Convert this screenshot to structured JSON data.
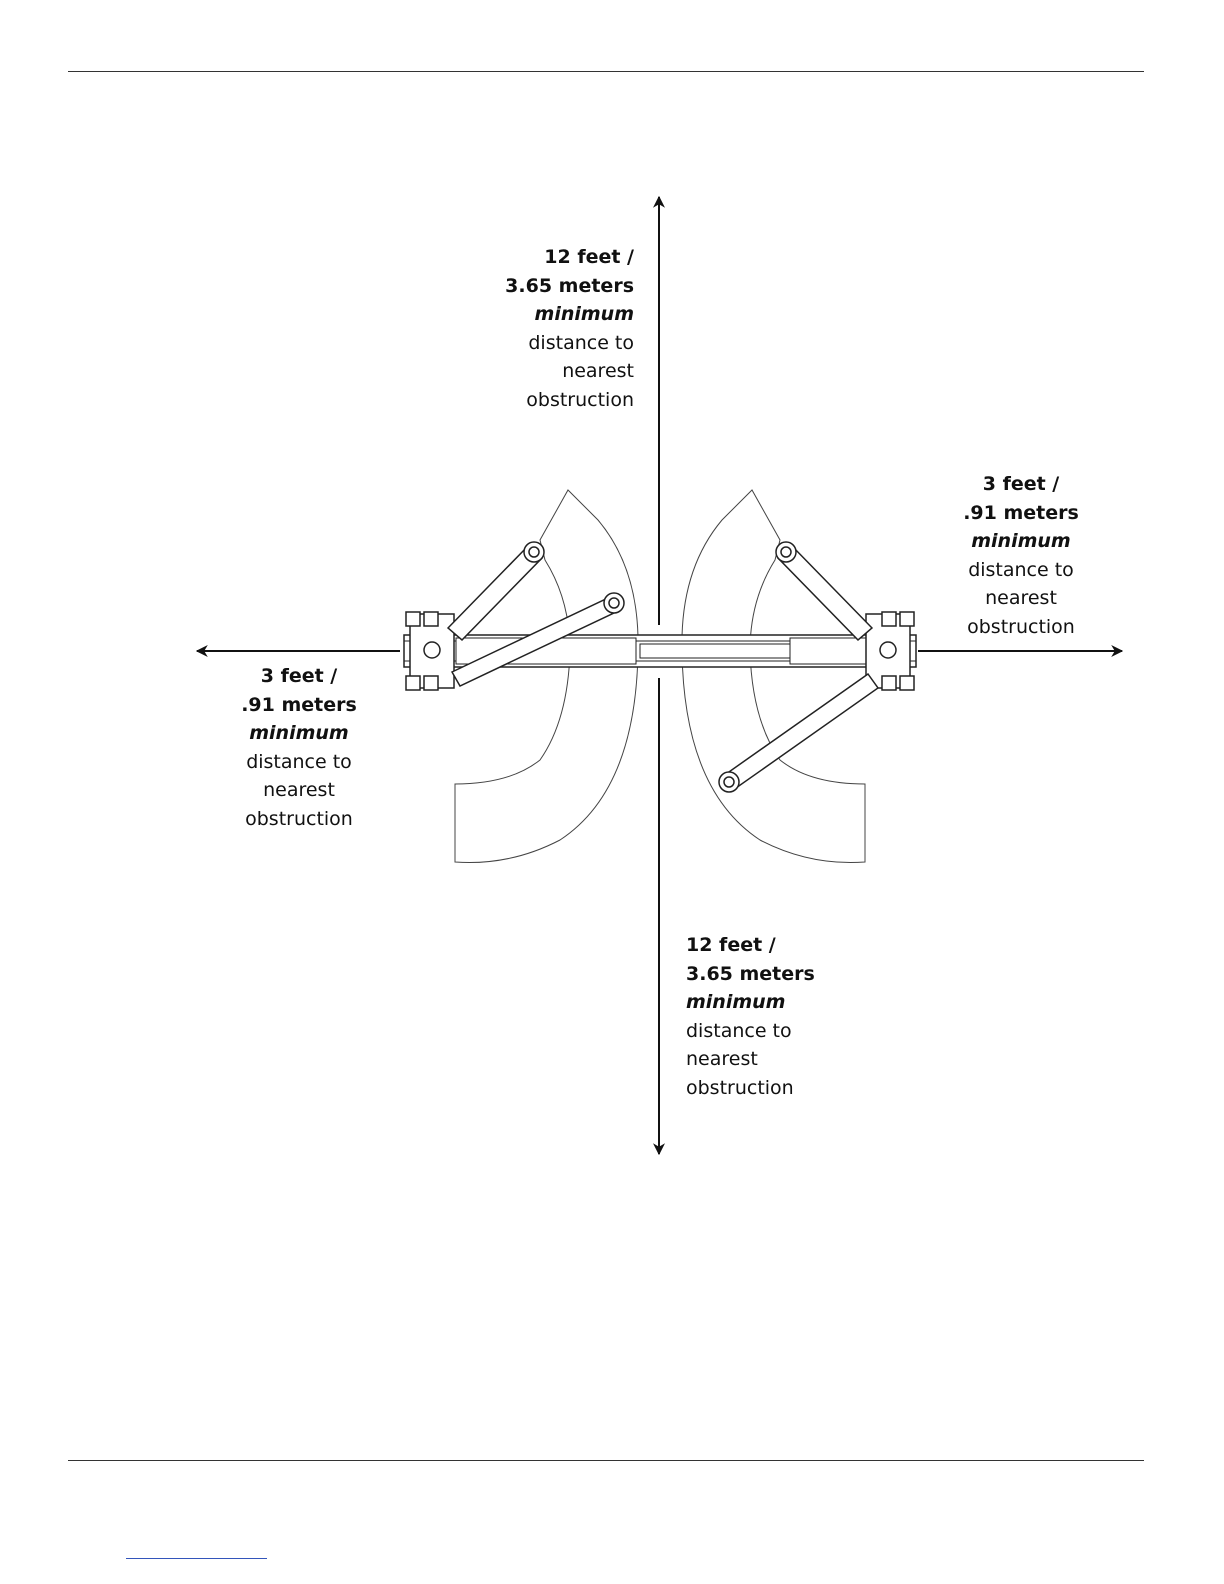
{
  "clearance_labels": {
    "top": {
      "line1": "12 feet /",
      "line2": "3.65 meters",
      "line3": "minimum",
      "line4": "distance to",
      "line5": "nearest",
      "line6": "obstruction"
    },
    "right": {
      "line1": "3 feet /",
      "line2": ".91 meters",
      "line3": "minimum",
      "line4": "distance to",
      "line5": "nearest",
      "line6": "obstruction"
    },
    "left": {
      "line1": "3 feet /",
      "line2": ".91 meters",
      "line3": "minimum",
      "line4": "distance to",
      "line5": "nearest",
      "line6": "obstruction"
    },
    "bottom": {
      "line1": "12 feet /",
      "line2": "3.65 meters",
      "line3": "minimum",
      "line4": "distance to",
      "line5": "nearest",
      "line6": "obstruction"
    }
  },
  "colors": {
    "line": "#111111",
    "drawing": "#333333",
    "footer_link": "#3355bb"
  }
}
